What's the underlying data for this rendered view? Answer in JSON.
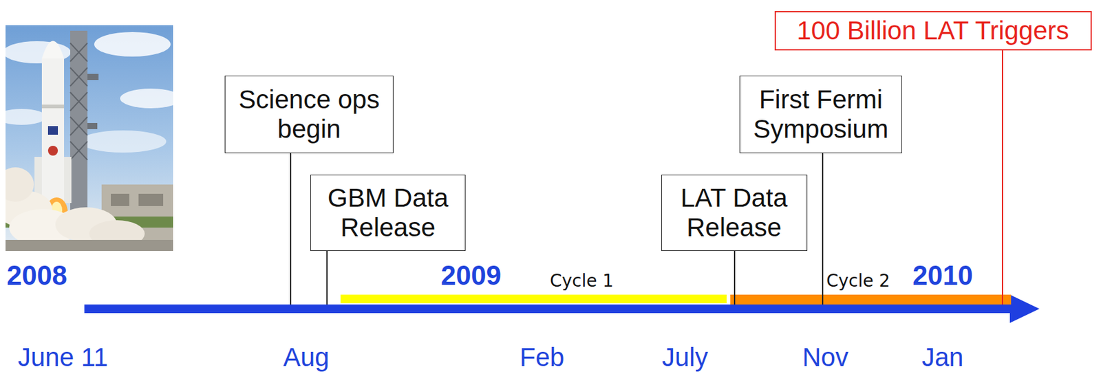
{
  "diagram": {
    "nodes": [
      {
        "text": [
          "Science ops begin"
        ]
      },
      {
        "text": [
          "GBM Data Release"
        ]
      },
      {
        "text": [
          "LAT Data Release"
        ]
      },
      {
        "text": [
          "First Fermi Symposium"
        ]
      },
      {
        "text": [
          "100 Billion LAT Triggers"
        ]
      }
    ],
    "labels": [
      "2008",
      "2009",
      "Cycle 1",
      "Cycle 2",
      "2010",
      "June 11",
      "Aug",
      "Feb",
      "July",
      "Nov",
      "Jan"
    ]
  }
}
